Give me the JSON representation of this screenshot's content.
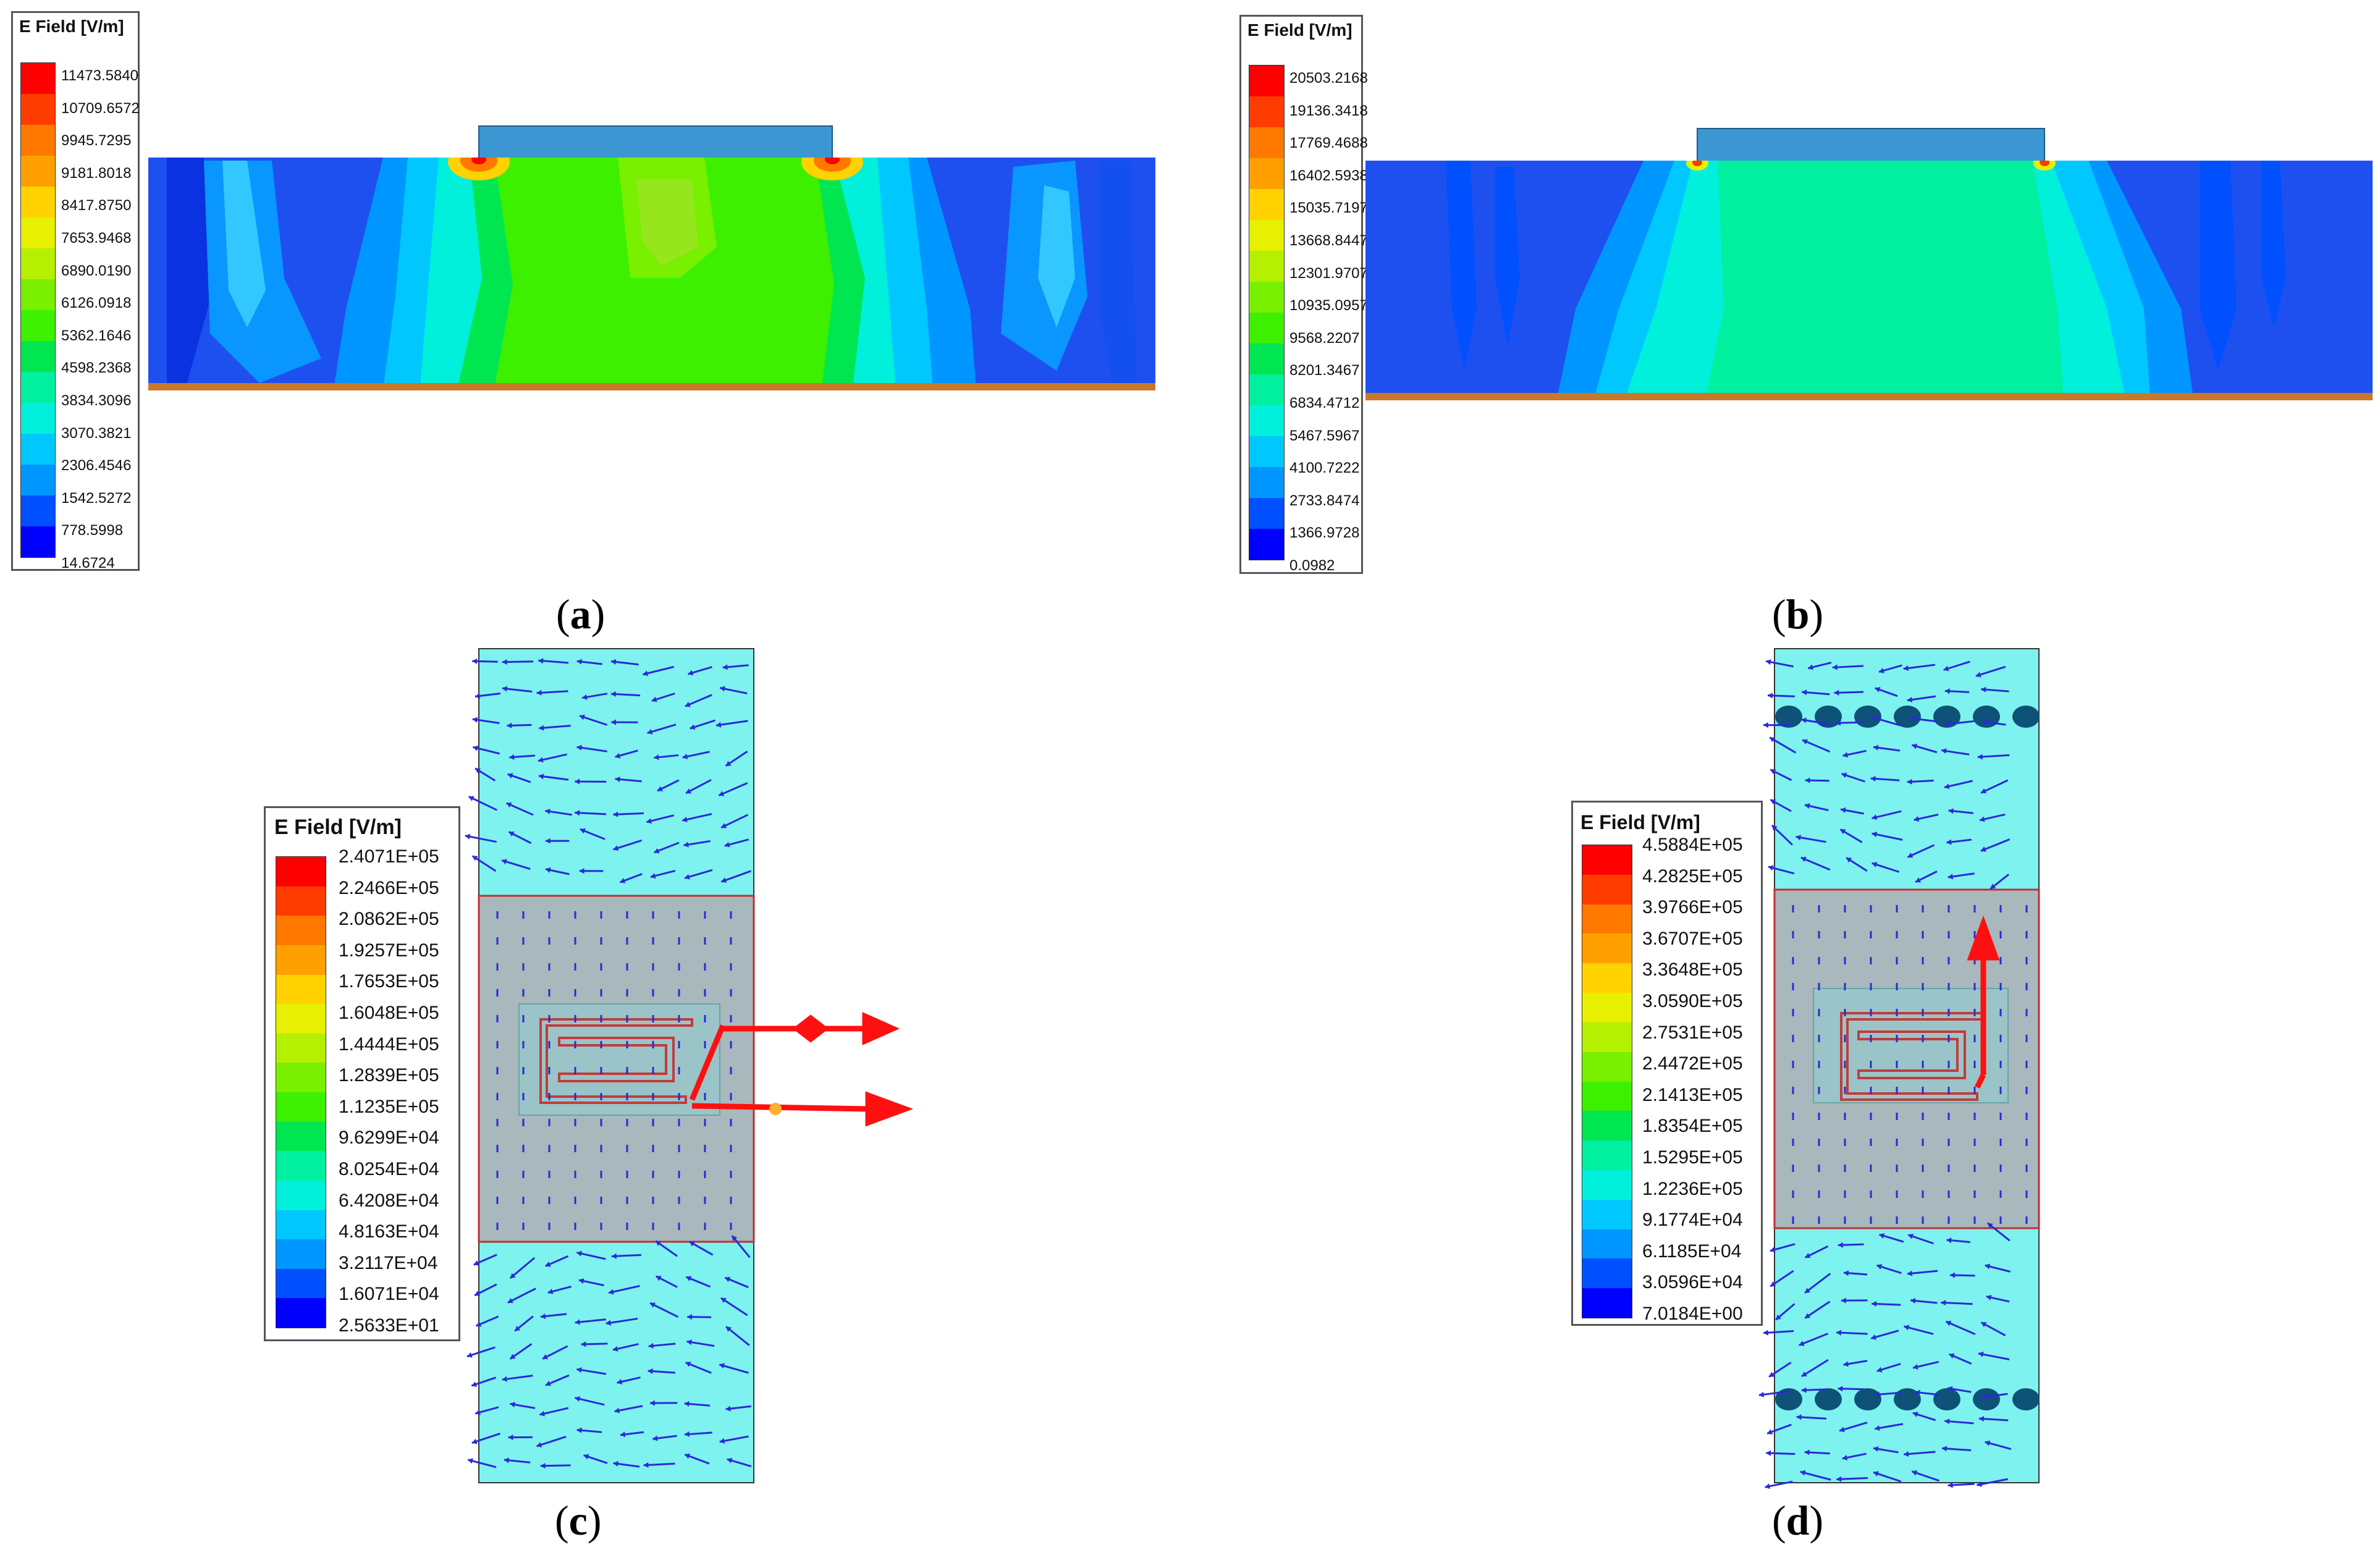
{
  "panels": [
    {
      "id": "a",
      "caption": "a",
      "legend": {
        "title": "E Field [V/m]",
        "values": [
          "11473.5840",
          "10709.6572",
          "9945.7295",
          "9181.8018",
          "8417.8750",
          "7653.9468",
          "6890.0190",
          "6126.0918",
          "5362.1646",
          "4598.2368",
          "3834.3096",
          "3070.3821",
          "2306.4546",
          "1542.5272",
          "778.5998",
          "14.6724"
        ]
      }
    },
    {
      "id": "b",
      "caption": "b",
      "legend": {
        "title": "E Field [V/m]",
        "values": [
          "20503.2168",
          "19136.3418",
          "17769.4688",
          "16402.5938",
          "15035.7197",
          "13668.8447",
          "12301.9707",
          "10935.0957",
          "9568.2207",
          "8201.3467",
          "6834.4712",
          "5467.5967",
          "4100.7222",
          "2733.8474",
          "1366.9728",
          "0.0982"
        ]
      }
    },
    {
      "id": "c",
      "caption": "c",
      "legend": {
        "title": "E Field [V/m]",
        "values": [
          "2.4071E+05",
          "2.2466E+05",
          "2.0862E+05",
          "1.9257E+05",
          "1.7653E+05",
          "1.6048E+05",
          "1.4444E+05",
          "1.2839E+05",
          "1.1235E+05",
          "9.6299E+04",
          "8.0254E+04",
          "6.4208E+04",
          "4.8163E+04",
          "3.2117E+04",
          "1.6071E+04",
          "2.5633E+01"
        ]
      }
    },
    {
      "id": "d",
      "caption": "d",
      "legend": {
        "title": "E Field [V/m]",
        "values": [
          "4.5884E+05",
          "4.2825E+05",
          "3.9766E+05",
          "3.6707E+05",
          "3.3648E+05",
          "3.0590E+05",
          "2.7531E+05",
          "2.4472E+05",
          "2.1413E+05",
          "1.8354E+05",
          "1.5295E+05",
          "1.2236E+05",
          "9.1774E+04",
          "6.1185E+04",
          "3.0596E+04",
          "7.0184E+00"
        ]
      }
    }
  ],
  "colormap": [
    "#ff0000",
    "#ff3c00",
    "#ff7800",
    "#ffa000",
    "#ffd200",
    "#e6f000",
    "#b4f000",
    "#78f000",
    "#3cf000",
    "#00e650",
    "#00f0a0",
    "#00f0dc",
    "#00c8ff",
    "#0096ff",
    "#0050ff",
    "#0000ff"
  ],
  "colors": {
    "substrate_blue": "#1e50f0",
    "patch": "#3c96d2",
    "ground": "#c87828",
    "vector_bg": "#7ef2ee",
    "arrow": "#2a2ad6",
    "red_arrow": "#ff1010",
    "via": "#0e5278"
  }
}
